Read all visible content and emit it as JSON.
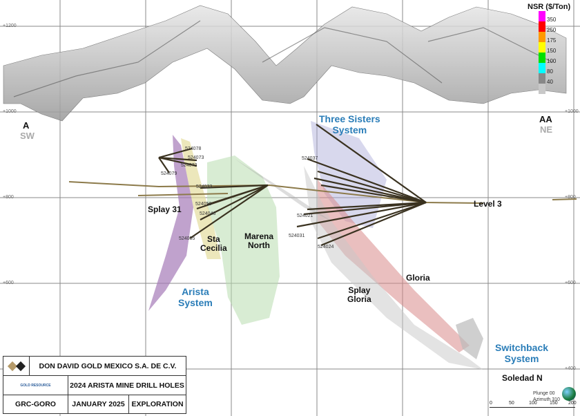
{
  "section": {
    "start_label": "A",
    "start_dir": "SW",
    "end_label": "AA",
    "end_dir": "NE"
  },
  "elevations": [
    "+1200",
    "+1000",
    "+800",
    "+600",
    "+400"
  ],
  "legend": {
    "title": "NSR ($/Ton)",
    "bins": [
      {
        "label": "350",
        "color": "#ff00ff"
      },
      {
        "label": "250",
        "color": "#ff0000"
      },
      {
        "label": "175",
        "color": "#ff9900"
      },
      {
        "label": "150",
        "color": "#ffff00"
      },
      {
        "label": "100",
        "color": "#00e000"
      },
      {
        "label": "80",
        "color": "#00ffff"
      },
      {
        "label": "40",
        "color": "#888888"
      },
      {
        "label": "",
        "color": "#c8c8c8"
      }
    ]
  },
  "labels": {
    "splay31": "Splay 31",
    "sta_cecilia": "Sta\nCecilia",
    "marena_north": "Marena\nNorth",
    "level3": "Level 3",
    "gloria": "Gloria",
    "splay_gloria": "Splay\nGloria",
    "soledad_n": "Soledad N"
  },
  "systems": {
    "three_sisters": "Three Sisters\nSystem",
    "arista": "Arista\nSystem",
    "switchback": "Switchback\nSystem"
  },
  "drill_holes": [
    "524078",
    "524073",
    "524072",
    "524079",
    "524033",
    "524050",
    "524046",
    "524055",
    "524037",
    "524021",
    "524031",
    "524024"
  ],
  "view": {
    "plunge": "Plunge 00",
    "azimuth": "Azimuth 310"
  },
  "scale_bar": [
    "0",
    "50",
    "100",
    "150",
    "200"
  ],
  "title_block": {
    "company": "DON DAVID GOLD MEXICO S.A. DE C.V.",
    "logo_text": "GOLD RESOURCE",
    "title": "2024 ARISTA MINE DRILL HOLES",
    "code": "GRC-GORO",
    "date": "JANUARY 2025",
    "dept": "EXPLORATION"
  }
}
